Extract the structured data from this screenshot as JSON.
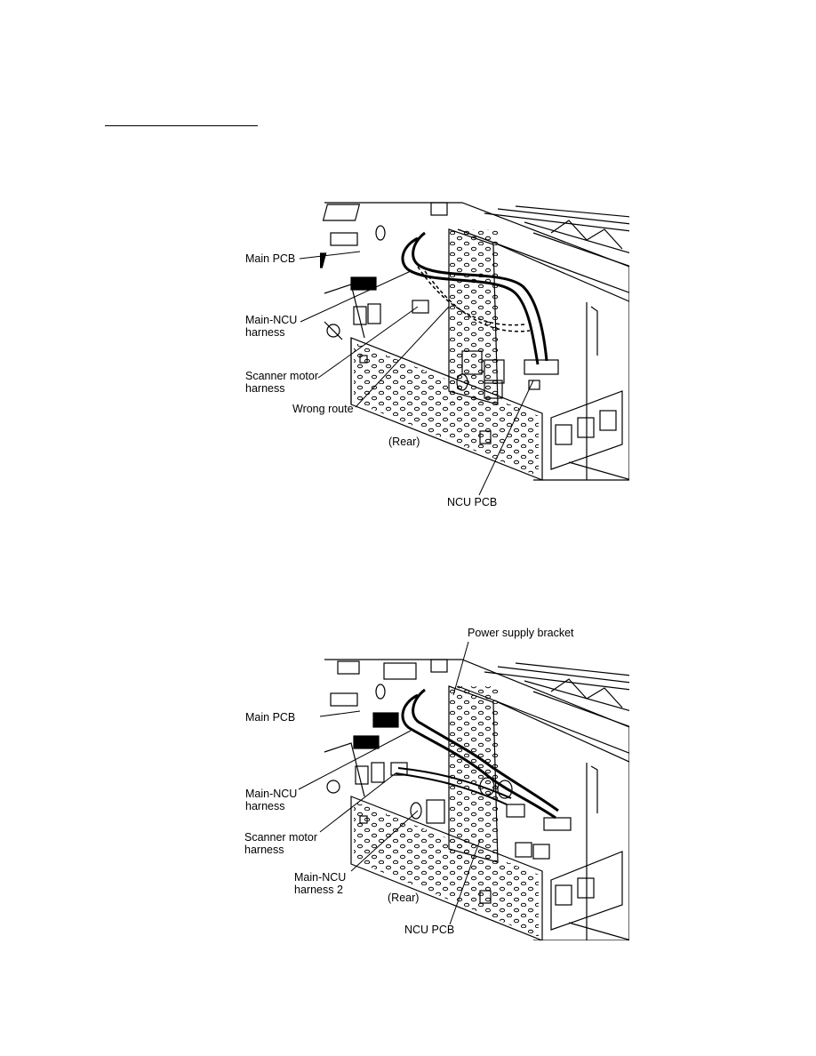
{
  "figure1": {
    "labels": {
      "main_pcb": "Main PCB",
      "main_ncu_harness_l1": "Main-NCU",
      "main_ncu_harness_l2": "harness",
      "scanner_motor_l1": "Scanner motor",
      "scanner_motor_l2": "harness",
      "wrong_route": "Wrong route",
      "rear": "(Rear)",
      "ncu_pcb": "NCU PCB"
    }
  },
  "figure2": {
    "labels": {
      "power_supply_bracket": "Power supply bracket",
      "main_pcb": "Main PCB",
      "main_ncu_harness_l1": "Main-NCU",
      "main_ncu_harness_l2": "harness",
      "scanner_motor_l1": "Scanner motor",
      "scanner_motor_l2": "harness",
      "main_ncu_harness2_l1": "Main-NCU",
      "main_ncu_harness2_l2": "harness 2",
      "rear": "(Rear)",
      "ncu_pcb": "NCU PCB"
    }
  }
}
